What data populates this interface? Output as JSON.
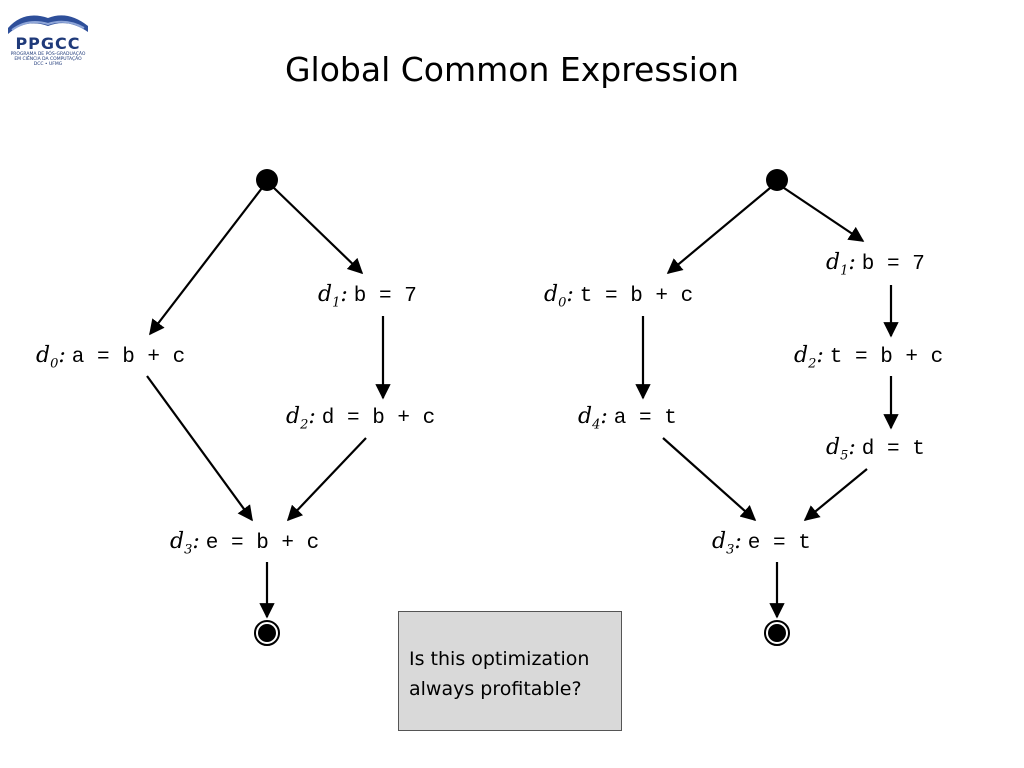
{
  "title": "Global Common Expression",
  "logo": {
    "text": "PPGCC",
    "sub1": "PROGRAMA DE PÓS-GRADUAÇÃO",
    "sub2": "EM CIÊNCIA DA COMPUTAÇÃO",
    "sub3": "DCC • UFMG"
  },
  "left_graph": {
    "d0": {
      "name": "d",
      "sub": "0",
      "code": "a = b + c"
    },
    "d1": {
      "name": "d",
      "sub": "1",
      "code": "b = 7"
    },
    "d2": {
      "name": "d",
      "sub": "2",
      "code": "d = b + c"
    },
    "d3": {
      "name": "d",
      "sub": "3",
      "code": "e = b + c"
    }
  },
  "right_graph": {
    "d0": {
      "name": "d",
      "sub": "0",
      "code": "t = b + c"
    },
    "d1": {
      "name": "d",
      "sub": "1",
      "code": "b = 7"
    },
    "d2": {
      "name": "d",
      "sub": "2",
      "code": "t = b + c"
    },
    "d4": {
      "name": "d",
      "sub": "4",
      "code": "a = t"
    },
    "d5": {
      "name": "d",
      "sub": "5",
      "code": "d = t"
    },
    "d3": {
      "name": "d",
      "sub": "3",
      "code": "e = t"
    }
  },
  "question": {
    "line1": "Is this optimization",
    "line2": "always profitable?"
  },
  "colors": {
    "logo": "#1f3a7a",
    "question_bg": "#d9d9d9"
  }
}
